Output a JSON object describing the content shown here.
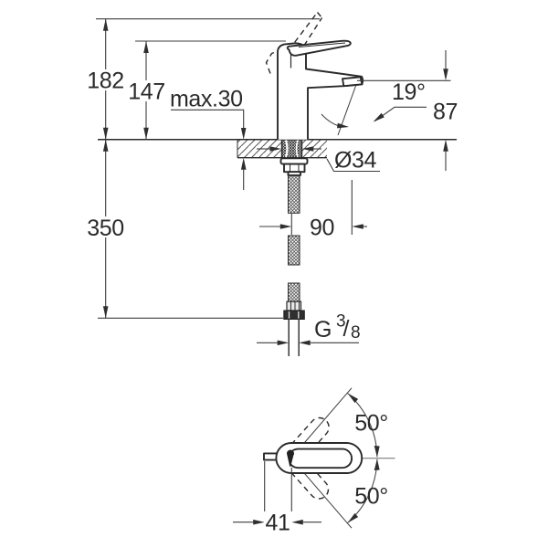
{
  "side_view": {
    "labels": {
      "total_height": "182",
      "lever_height": "147",
      "max_mounting_thickness": "max.30",
      "jet_angle": "19°",
      "outlet_height": "87",
      "hole_diameter": "Ø34",
      "hose_length": "350",
      "projection": "90",
      "thread_g": "G",
      "thread_numerator": "3",
      "thread_slash": "/",
      "thread_denominator": "8"
    }
  },
  "top_view": {
    "labels": {
      "swivel_angle_upper": "50°",
      "swivel_angle_lower": "50°",
      "lever_offset": "41"
    }
  },
  "colors": {
    "object_line": "#2a2a2a",
    "dimension_line": "#3d3d3d",
    "background": "#ffffff"
  }
}
